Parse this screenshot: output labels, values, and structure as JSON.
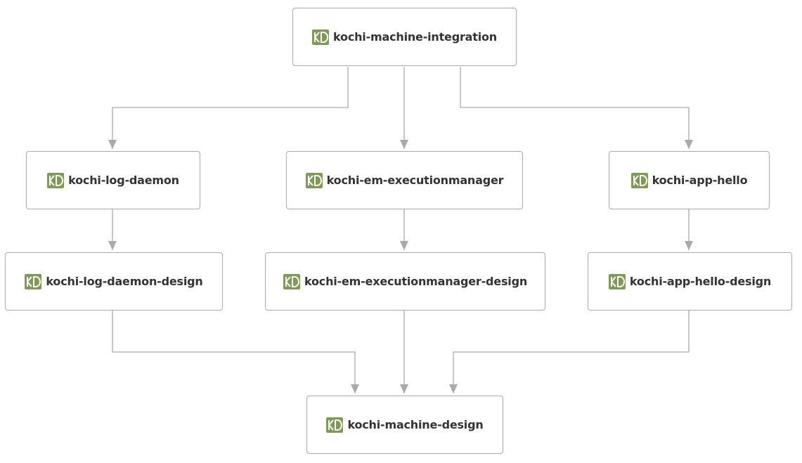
{
  "diagram": {
    "nodes": [
      {
        "id": "integration",
        "label": "kochi-machine-integration",
        "icon": "module-icon"
      },
      {
        "id": "log_daemon",
        "label": "kochi-log-daemon",
        "icon": "module-icon"
      },
      {
        "id": "em",
        "label": "kochi-em-executionmanager",
        "icon": "module-icon"
      },
      {
        "id": "app_hello",
        "label": "kochi-app-hello",
        "icon": "module-icon"
      },
      {
        "id": "log_daemon_design",
        "label": "kochi-log-daemon-design",
        "icon": "module-icon"
      },
      {
        "id": "em_design",
        "label": "kochi-em-executionmanager-design",
        "icon": "module-icon"
      },
      {
        "id": "app_hello_design",
        "label": "kochi-app-hello-design",
        "icon": "module-icon"
      },
      {
        "id": "machine_design",
        "label": "kochi-machine-design",
        "icon": "module-icon"
      }
    ],
    "edges": [
      {
        "from": "integration",
        "to": "log_daemon"
      },
      {
        "from": "integration",
        "to": "em"
      },
      {
        "from": "integration",
        "to": "app_hello"
      },
      {
        "from": "log_daemon",
        "to": "log_daemon_design"
      },
      {
        "from": "em",
        "to": "em_design"
      },
      {
        "from": "app_hello",
        "to": "app_hello_design"
      },
      {
        "from": "log_daemon_design",
        "to": "machine_design"
      },
      {
        "from": "em_design",
        "to": "machine_design"
      },
      {
        "from": "app_hello_design",
        "to": "machine_design"
      }
    ],
    "colors": {
      "edge": "#a9a9b3",
      "border": "#a9a9b3",
      "icon": "#7e9b54",
      "text": "#333333"
    }
  }
}
